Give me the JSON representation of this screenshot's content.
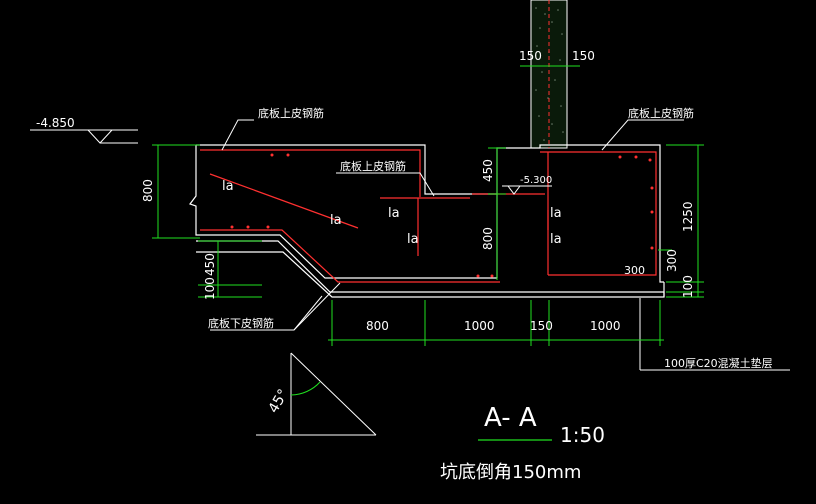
{
  "colors": {
    "background": "#000000",
    "outline": "#ffffff",
    "rebar": "#ff3030",
    "dimension": "#20e020",
    "annotation": "#ffffff",
    "wall_fill": "#1a2a1a"
  },
  "elevations": {
    "top": "-4.850",
    "pit": "-5.300"
  },
  "labels": {
    "top_rebar_left": "底板上皮钢筋",
    "top_rebar_mid": "底板上皮钢筋",
    "top_rebar_right": "底板上皮钢筋",
    "bottom_rebar": "底板下皮钢筋",
    "cushion": "100厚C20混凝土垫层",
    "la": "la"
  },
  "dimensions": {
    "wall_left": "150",
    "wall_right": "150",
    "left_height": "800",
    "pit_450": "450",
    "pit_800": "800",
    "right_1250": "1250",
    "right_300": "300",
    "right_100": "100",
    "corner_300": "300",
    "left_450": "450",
    "left_100": "100",
    "bottom_800": "800",
    "bottom_1000a": "1000",
    "bottom_150": "150",
    "bottom_1000b": "1000"
  },
  "angle": "45°",
  "section": {
    "title": "A- A",
    "scale": "1:50",
    "note": "坑底倒角150mm"
  }
}
